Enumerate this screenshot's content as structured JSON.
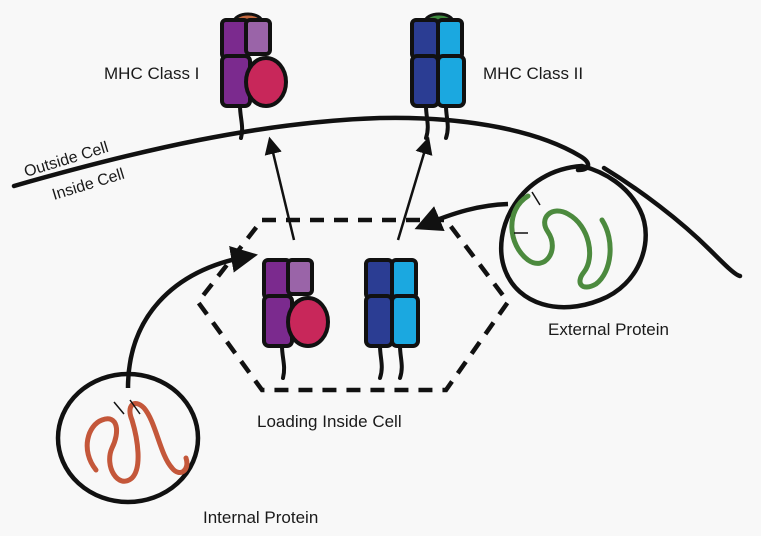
{
  "labels": {
    "mhc_class_1": "MHC Class I",
    "mhc_class_2": "MHC Class II",
    "outside_cell": "Outside Cell",
    "inside_cell": "Inside Cell",
    "loading": "Loading Inside Cell",
    "external_protein": "External Protein",
    "internal_protein": "Internal Protein"
  },
  "colors": {
    "class1_dark": "#7b2a8e",
    "class1_light": "#9a64a8",
    "class1_disc": "#c8275a",
    "class1_peptide": "#c4693f",
    "class2_dark": "#2b3d93",
    "class2_light": "#1ba8e0",
    "class2_peptide": "#3e8a3e",
    "external_protein": "#4c8a3e",
    "internal_protein": "#c4573a",
    "line": "#111111"
  }
}
